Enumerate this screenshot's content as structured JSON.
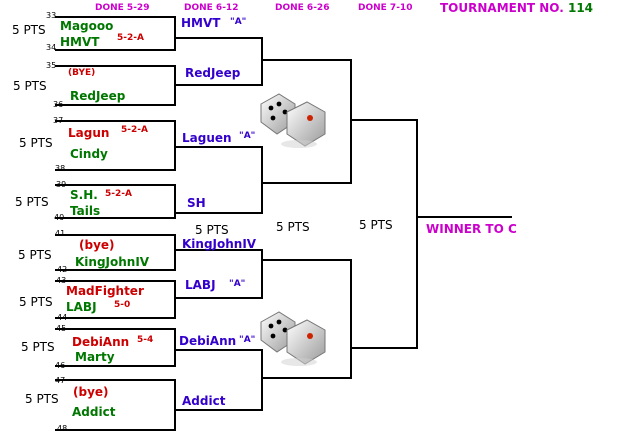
{
  "header": {
    "rounds": [
      "DONE  5-29",
      "DONE  6-12",
      "DONE  6-26",
      "DONE  7-10"
    ],
    "tournament_label": "TOURNAMENT NO.",
    "tournament_number": "114"
  },
  "round1": [
    {
      "pts": "5 PTS",
      "seed_a": "33",
      "player_a": "Magooo",
      "seed_b": "34",
      "player_b": "HMVT",
      "note": "5-2-A"
    },
    {
      "pts": "5 PTS",
      "seed_a": "35",
      "player_a": "(BYE)",
      "seed_b": "36",
      "player_b": "RedJeep",
      "note": ""
    },
    {
      "pts": "5 PTS",
      "seed_a": "37",
      "player_a": "Lagun",
      "seed_b": "38",
      "player_b": "Cindy",
      "note": "5-2-A"
    },
    {
      "pts": "5 PTS",
      "seed_a": "39",
      "player_a": "S.H.",
      "seed_b": "40",
      "player_b": "Tails",
      "note": "5-2-A"
    },
    {
      "pts": "5 PTS",
      "seed_a": "41",
      "player_a": "(bye)",
      "seed_b": "42",
      "player_b": "KingJohnIV",
      "note": ""
    },
    {
      "pts": "5 PTS",
      "seed_a": "43",
      "player_a": "MadFighter",
      "seed_b": "44",
      "player_b": "LABJ",
      "note": "5-0"
    },
    {
      "pts": "5 PTS",
      "seed_a": "45",
      "player_a": "DebiAnn",
      "seed_b": "46",
      "player_b": "Marty",
      "note": "5-4"
    },
    {
      "pts": "5 PTS",
      "seed_a": "47",
      "player_a": "(bye)",
      "seed_b": "48",
      "player_b": "Addict",
      "note": ""
    }
  ],
  "round2": [
    {
      "name": "HMVT",
      "note": "\"A\""
    },
    {
      "name": "RedJeep",
      "note": ""
    },
    {
      "name": "Laguen",
      "note": "\"A\""
    },
    {
      "name": "SH",
      "note": ""
    },
    {
      "name": "KingJohnIV",
      "note": ""
    },
    {
      "name": "LABJ",
      "note": "\"A\""
    },
    {
      "name": "DebiAnn",
      "note": "\"A\""
    },
    {
      "name": "Addict",
      "note": ""
    }
  ],
  "round2_pts": "5 PTS",
  "round3_pts": "5 PTS",
  "round4_pts": "5 PTS",
  "winner_label": "WINNER TO C",
  "icons": {
    "dice_top": "dice-icon",
    "dice_bottom": "dice-icon"
  },
  "colors": {
    "header": "#cc00cc",
    "green": "#007700",
    "red": "#cc0000",
    "blue": "#3300cc"
  }
}
